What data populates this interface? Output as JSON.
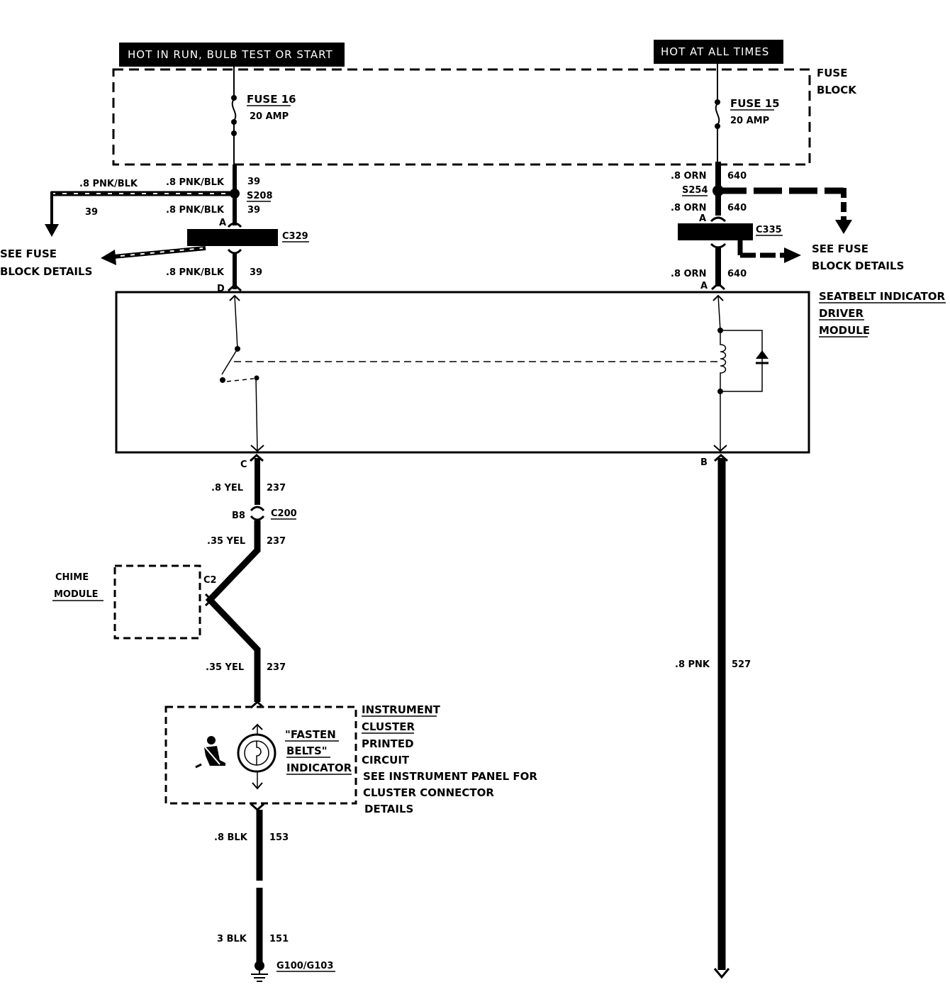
{
  "power": {
    "hot_run": "HOT IN RUN, BULB TEST OR START",
    "hot_all": "HOT AT ALL TIMES"
  },
  "fuse_block": {
    "line1": "FUSE",
    "line2": "BLOCK"
  },
  "fuse16": {
    "name": "FUSE 16",
    "rating": "20 AMP"
  },
  "fuse15": {
    "name": "FUSE 15",
    "rating": "20 AMP"
  },
  "left_circuit": {
    "wire_branch": ".8 PNK/BLK",
    "wire_top": ".8 PNK/BLK",
    "wire_mid": ".8 PNK/BLK",
    "wire_low": ".8 PNK/BLK",
    "circuit": "39",
    "branch_circuit": "39",
    "splice": "S208",
    "splice_circuit": "39",
    "connector": "C329",
    "pin_top": "A",
    "pin_bottom": "D",
    "see_fuse_1": "SEE FUSE",
    "see_fuse_2": "BLOCK DETAILS"
  },
  "right_circuit": {
    "wire_top": ".8 ORN",
    "wire_mid": ".8 ORN",
    "wire_low": ".8 ORN",
    "circuit": "640",
    "splice": "S254",
    "connector": "C335",
    "pin_top": "A",
    "pin_bottom": "A",
    "see_fuse_1": "SEE FUSE",
    "see_fuse_2": "BLOCK DETAILS"
  },
  "module": {
    "line1": "SEATBELT INDICATOR",
    "line2": "DRIVER",
    "line3": "MODULE",
    "pin_c": "C",
    "pin_b": "B"
  },
  "yel_circuit": {
    "wire1": ".8 YEL",
    "circuit": "237",
    "pin_b8": "B8",
    "connector": "C200",
    "wire2": ".35 YEL",
    "wire3": ".35 YEL"
  },
  "chime": {
    "line1": "CHIME",
    "line2": "MODULE",
    "pin": "C2"
  },
  "cluster": {
    "indicator1": "\"FASTEN",
    "indicator2": "BELTS\"",
    "indicator3": "INDICATOR",
    "line1": "INSTRUMENT",
    "line2": "CLUSTER",
    "line3": "PRINTED",
    "line4": "CIRCUIT",
    "line5": "SEE INSTRUMENT PANEL FOR",
    "line6": "CLUSTER CONNECTOR",
    "line7": "DETAILS"
  },
  "ground": {
    "wire1": ".8 BLK",
    "circuit1": "153",
    "wire2": "3 BLK",
    "circuit2": "151",
    "name": "G100/G103"
  },
  "pnk_circuit": {
    "wire": ".8 PNK",
    "circuit": "527"
  }
}
